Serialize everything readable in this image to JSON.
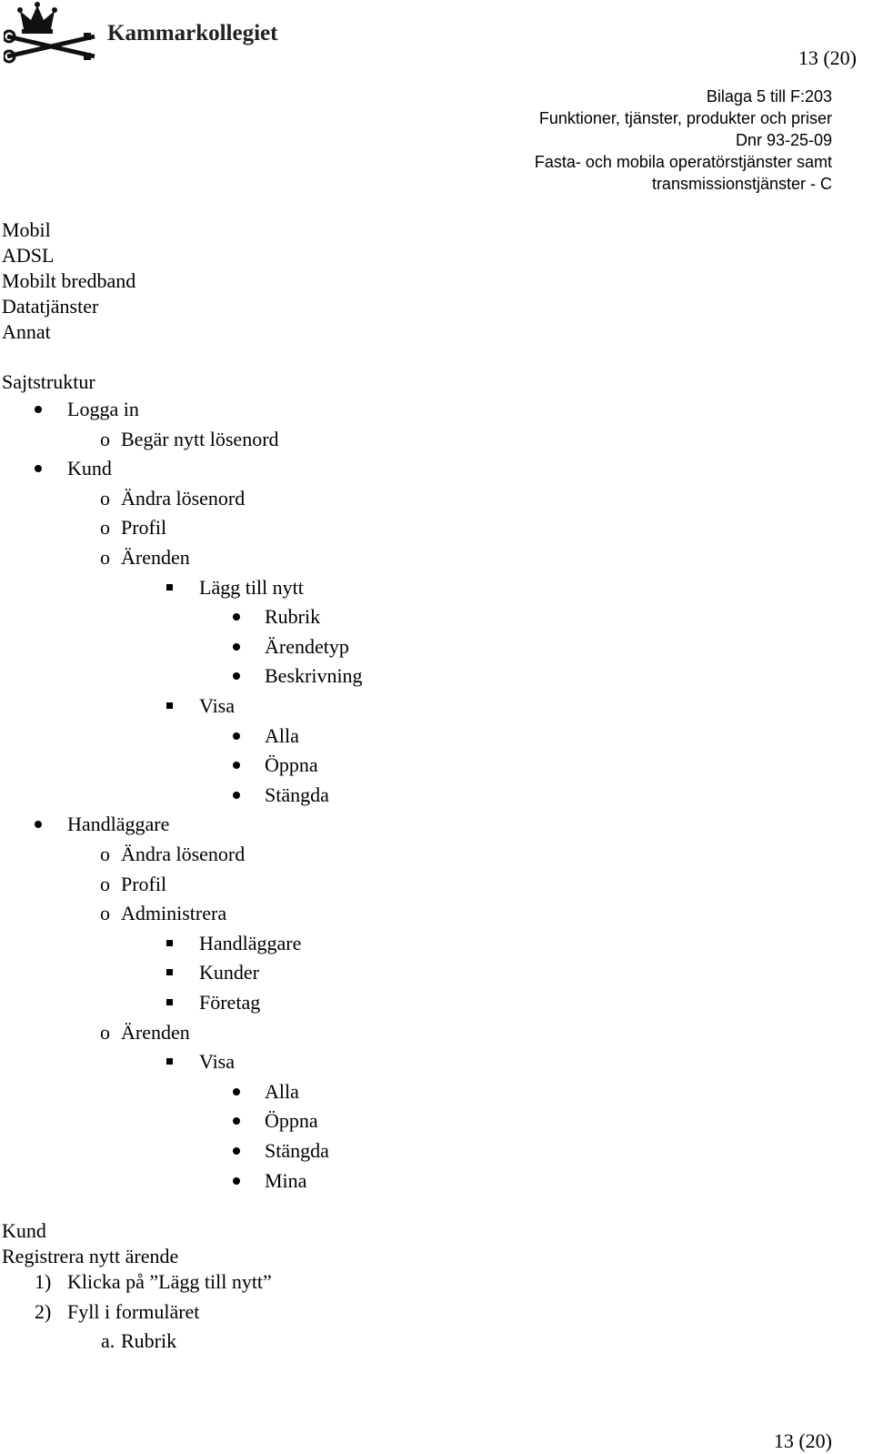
{
  "header": {
    "logo_text": "Kammarkollegiet",
    "page_number": "13 (20)",
    "meta_lines": [
      "Bilaga 5 till F:203",
      "Funktioner, tjänster, produkter och priser",
      "Dnr 93-25-09",
      "Fasta- och mobila operatörstjänster samt",
      "transmissionstjänster - C"
    ]
  },
  "intro_list": [
    "Mobil",
    "ADSL",
    "Mobilt bredband",
    "Datatjänster",
    "Annat"
  ],
  "site_structure": {
    "heading": "Sajtstruktur",
    "items": [
      {
        "level": 1,
        "marker": "dot",
        "text": "Logga in"
      },
      {
        "level": 2,
        "marker": "o",
        "text": "Begär nytt lösenord"
      },
      {
        "level": 1,
        "marker": "dot",
        "text": "Kund"
      },
      {
        "level": 2,
        "marker": "o",
        "text": "Ändra lösenord"
      },
      {
        "level": 2,
        "marker": "o",
        "text": "Profil"
      },
      {
        "level": 2,
        "marker": "o",
        "text": "Ärenden"
      },
      {
        "level": 3,
        "marker": "square",
        "text": "Lägg till nytt"
      },
      {
        "level": 4,
        "marker": "dot",
        "text": "Rubrik"
      },
      {
        "level": 4,
        "marker": "dot",
        "text": "Ärendetyp"
      },
      {
        "level": 4,
        "marker": "dot",
        "text": "Beskrivning"
      },
      {
        "level": 3,
        "marker": "square",
        "text": "Visa"
      },
      {
        "level": 4,
        "marker": "dot",
        "text": "Alla"
      },
      {
        "level": 4,
        "marker": "dot",
        "text": "Öppna"
      },
      {
        "level": 4,
        "marker": "dot",
        "text": "Stängda"
      },
      {
        "level": 1,
        "marker": "dot",
        "text": "Handläggare"
      },
      {
        "level": 2,
        "marker": "o",
        "text": "Ändra lösenord"
      },
      {
        "level": 2,
        "marker": "o",
        "text": "Profil"
      },
      {
        "level": 2,
        "marker": "o",
        "text": "Administrera"
      },
      {
        "level": 3,
        "marker": "square",
        "text": "Handläggare"
      },
      {
        "level": 3,
        "marker": "square",
        "text": "Kunder"
      },
      {
        "level": 3,
        "marker": "square",
        "text": "Företag"
      },
      {
        "level": 2,
        "marker": "o",
        "text": "Ärenden"
      },
      {
        "level": 3,
        "marker": "square",
        "text": "Visa"
      },
      {
        "level": 4,
        "marker": "dot",
        "text": "Alla"
      },
      {
        "level": 4,
        "marker": "dot",
        "text": "Öppna"
      },
      {
        "level": 4,
        "marker": "dot",
        "text": "Stängda"
      },
      {
        "level": 4,
        "marker": "dot",
        "text": "Mina"
      }
    ]
  },
  "kund_section": {
    "heading": "Kund",
    "subheading": "Registrera nytt ärende",
    "steps": [
      {
        "num": "1)",
        "text": "Klicka på ”Lägg till nytt”"
      },
      {
        "num": "2)",
        "text": "Fyll i formuläret"
      }
    ],
    "sub_steps": [
      {
        "num": "a.",
        "text": "Rubrik"
      }
    ]
  },
  "footer": {
    "page_number": "13 (20)"
  }
}
